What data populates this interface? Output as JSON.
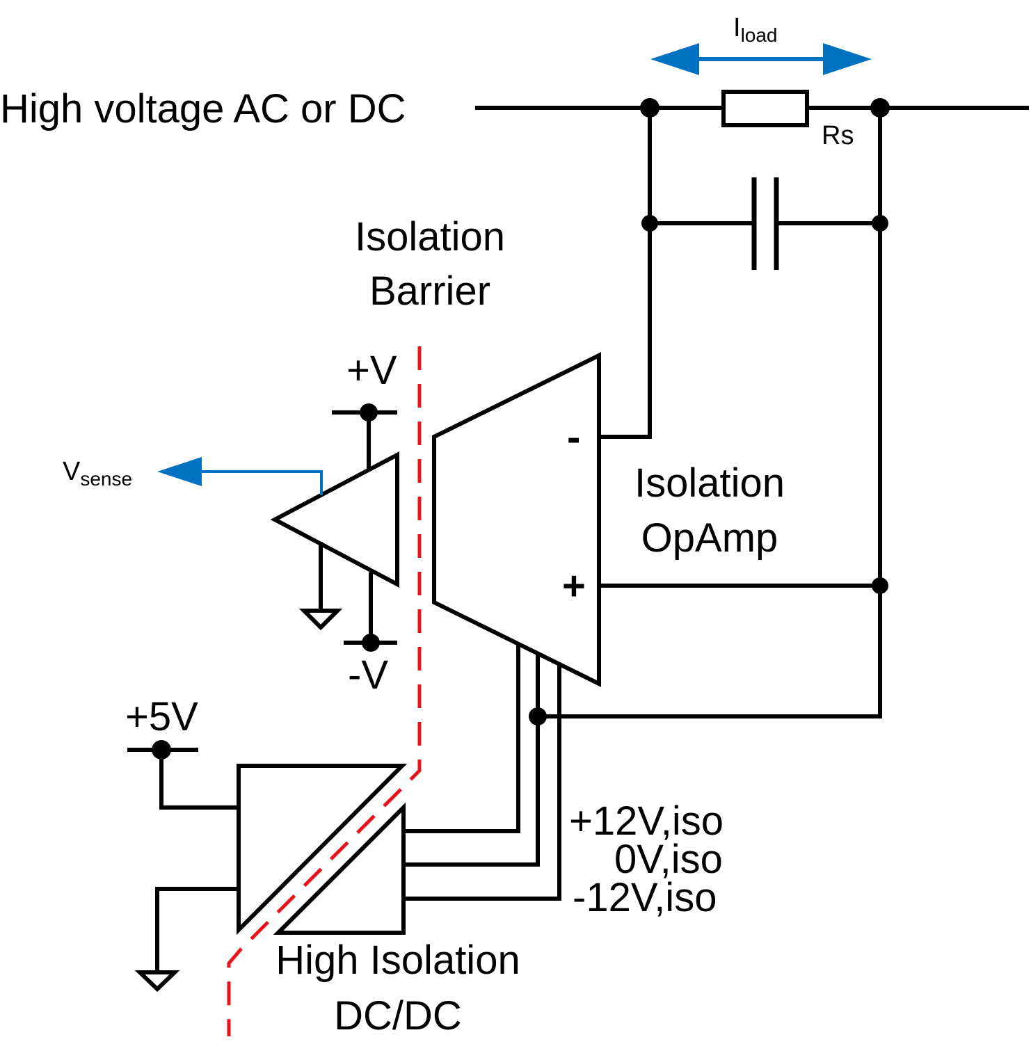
{
  "labels": {
    "hv_line": "High voltage AC or DC",
    "iload_main": "I",
    "iload_sub": "load",
    "rs": "Rs",
    "isolation_barrier_1": "Isolation",
    "isolation_barrier_2": "Barrier",
    "plus_v": "+V",
    "minus_v": "-V",
    "vsense_main": "V",
    "vsense_sub": "sense",
    "opamp_minus": "-",
    "opamp_plus": "+",
    "isolation_opamp_1": "Isolation",
    "isolation_opamp_2": "OpAmp",
    "plus_5v": "+5V",
    "plus_12v_iso": "+12V,iso",
    "zero_v_iso": "0V,iso",
    "minus_12v_iso": "-12V,iso",
    "dcdc_1": "High Isolation",
    "dcdc_2": "DC/DC"
  },
  "colors": {
    "wire": "#000000",
    "arrow": "#0070c0",
    "barrier": "#e8141c"
  }
}
